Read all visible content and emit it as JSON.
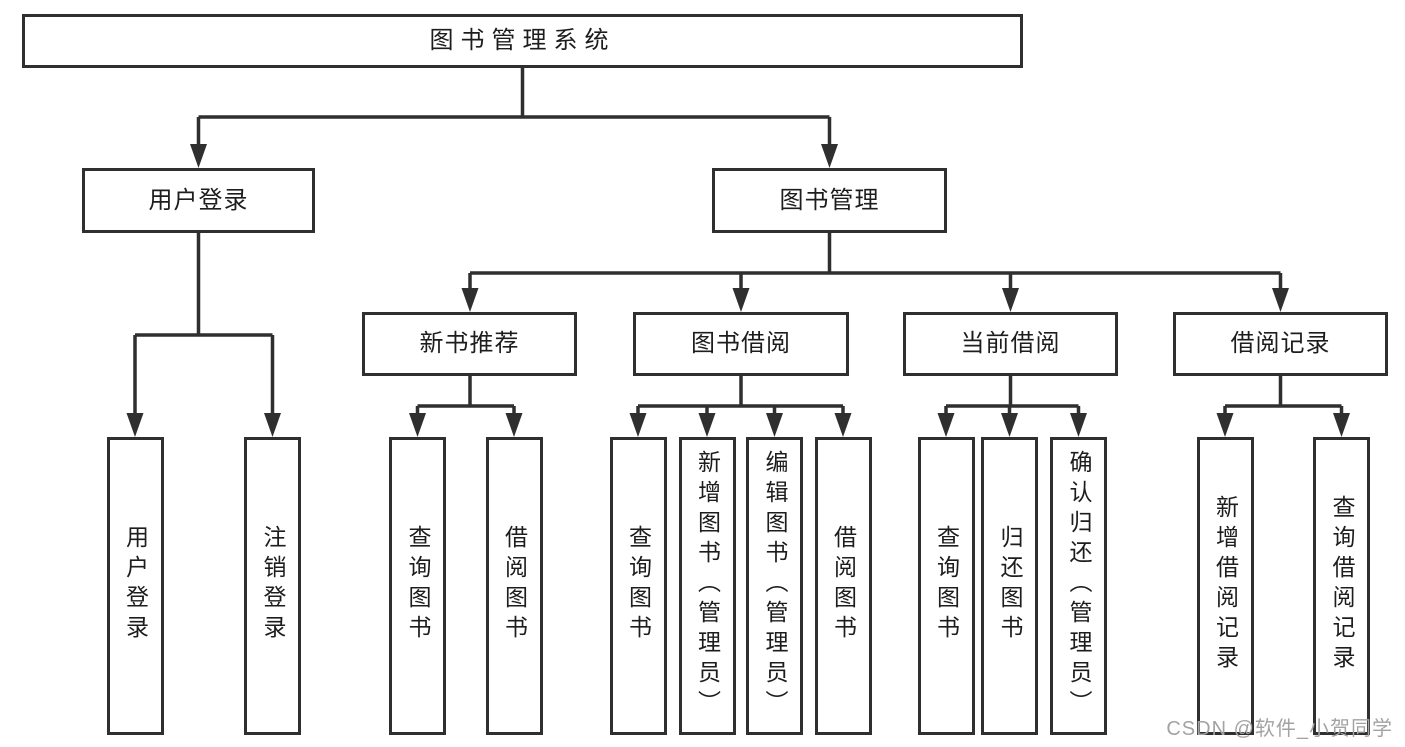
{
  "colors": {
    "line": "#2f2f2f",
    "box_border": "#2f2f2f",
    "box_fill": "#ffffff",
    "text": "#1d1d1d",
    "watermark_text_color": "#a3a3a3",
    "background": "#ffffff"
  },
  "diagram": {
    "title": "图书管理系统",
    "level1": [
      {
        "label": "用户登录",
        "children": [
          {
            "label": "用户登录"
          },
          {
            "label": "注销登录"
          }
        ]
      },
      {
        "label": "图书管理",
        "children": [
          {
            "label": "新书推荐",
            "children": [
              {
                "label": "查询图书"
              },
              {
                "label": "借阅图书"
              }
            ]
          },
          {
            "label": "图书借阅",
            "children": [
              {
                "label": "查询图书"
              },
              {
                "label": "新增图书（管理员）"
              },
              {
                "label": "编辑图书（管理员）"
              },
              {
                "label": "借阅图书"
              }
            ]
          },
          {
            "label": "当前借阅",
            "children": [
              {
                "label": "查询图书"
              },
              {
                "label": "归还图书"
              },
              {
                "label": "确认归还（管理员）"
              }
            ]
          },
          {
            "label": "借阅记录",
            "children": [
              {
                "label": "新增借阅记录"
              },
              {
                "label": "查询借阅记录"
              }
            ]
          }
        ]
      }
    ]
  },
  "watermark": {
    "text": "CSDN @软件_小贺同学"
  }
}
